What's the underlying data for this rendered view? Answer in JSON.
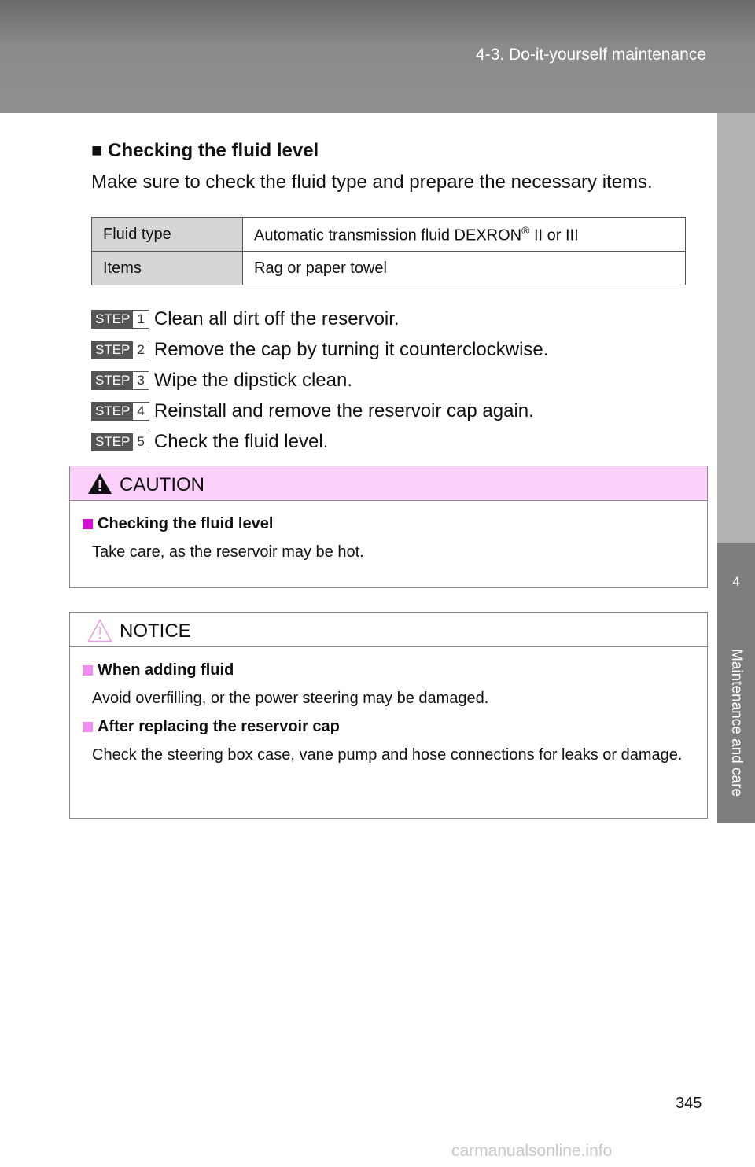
{
  "header": {
    "section_title": "4-3. Do-it-yourself maintenance"
  },
  "side_tab": {
    "chapter_number": "4",
    "chapter_title": "Maintenance and care"
  },
  "section": {
    "heading_marker": "■",
    "heading": "Checking the fluid level",
    "intro": "Make sure to check the fluid type and prepare the necessary items."
  },
  "fluid_table": {
    "rows": [
      {
        "label": "Fluid type",
        "value_before": "Automatic transmission fluid DEXRON",
        "value_sup": "®",
        "value_after": " II or III"
      },
      {
        "label": "Items",
        "value": "Rag or paper towel"
      }
    ]
  },
  "steps": [
    {
      "badge": "STEP",
      "number": "1",
      "text": "Clean all dirt off the reservoir."
    },
    {
      "badge": "STEP",
      "number": "2",
      "text": "Remove the cap by turning it counterclockwise."
    },
    {
      "badge": "STEP",
      "number": "3",
      "text": "Wipe the dipstick clean."
    },
    {
      "badge": "STEP",
      "number": "4",
      "text": "Reinstall and remove the reservoir cap again."
    },
    {
      "badge": "STEP",
      "number": "5",
      "text": "Check the fluid level."
    }
  ],
  "caution": {
    "title": "CAUTION",
    "items": [
      {
        "heading": "Checking the fluid level",
        "text": "Take care, as the reservoir may be hot."
      }
    ]
  },
  "notice": {
    "title": "NOTICE",
    "items": [
      {
        "heading": "When adding fluid",
        "text": "Avoid overfilling, or the power steering may be damaged."
      },
      {
        "heading": "After replacing the reservoir cap",
        "text": "Check the steering box case, vane pump and hose connections for leaks or damage."
      }
    ]
  },
  "page_number": "345",
  "watermark": "carmanualsonline.info",
  "icons": {
    "caution_icon": "warning-triangle-filled",
    "notice_icon": "warning-triangle-outline"
  },
  "colors": {
    "header_band": "#8a8a8a",
    "caution_header": "#fbd0fb",
    "caution_square": "#d60fd6",
    "notice_square": "#ef8cef"
  }
}
